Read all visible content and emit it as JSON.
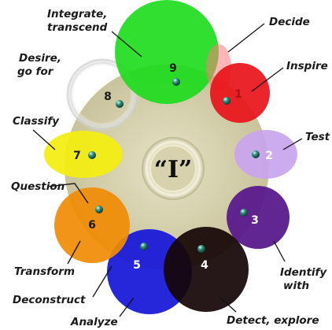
{
  "center": {
    "label": "“I”"
  },
  "nodes": [
    {
      "id": "1",
      "number": "1",
      "label": "Inspire",
      "color": "#e8141b",
      "number_color": "#b01010"
    },
    {
      "id": "2",
      "number": "2",
      "label": "Test",
      "color": "#c9a4ee",
      "number_color": "#ffffff"
    },
    {
      "id": "3",
      "number": "3",
      "label": "Identify with",
      "label_lines": [
        "Identify",
        "with"
      ],
      "color": "#5a1a8c",
      "number_color": "#ffffff"
    },
    {
      "id": "4",
      "number": "4",
      "label": "Detect, explore",
      "color": "#160606",
      "number_color": "#ffffff"
    },
    {
      "id": "5",
      "number": "5",
      "label": "Analyze",
      "color": "#1a1ad8",
      "number_color": "#ffffff"
    },
    {
      "id": "6",
      "number": "6",
      "label": "Transform",
      "color": "#f08c05",
      "number_color": "#1a1a1a"
    },
    {
      "id": "7",
      "number": "7",
      "label": "Classify",
      "color": "#f4ee10",
      "number_color": "#1a1a1a"
    },
    {
      "id": "8",
      "number": "8",
      "label": "Desire, go for",
      "label_lines": [
        "Desire,",
        "go for"
      ],
      "color": "#ffffff",
      "number_color": "#1a1a1a"
    },
    {
      "id": "9",
      "number": "9",
      "label": "Integrate, transcend",
      "label_lines": [
        "Integrate,",
        "transcend"
      ],
      "color": "#1adc1a",
      "number_color": "#1a1a1a"
    }
  ],
  "extra_labels": {
    "decide": "Decide",
    "question": "Question",
    "deconstruct": "Deconstruct"
  }
}
